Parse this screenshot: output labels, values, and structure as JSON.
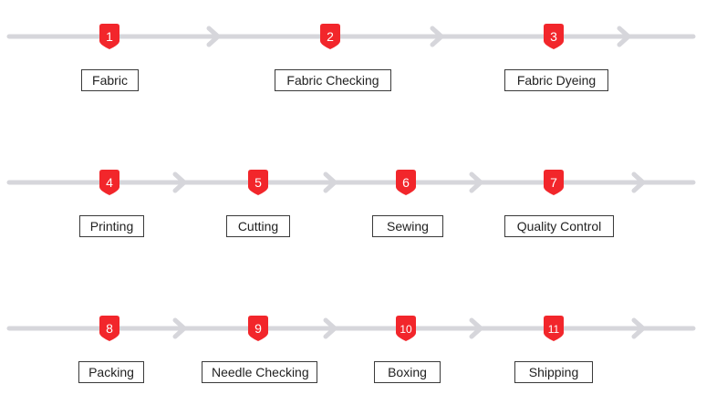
{
  "colors": {
    "track": "#d6d6db",
    "badge": "#f2262b",
    "badge_text": "#ffffff",
    "label_border": "#3a3a3a",
    "label_text": "#222222"
  },
  "rows": [
    {
      "steps": [
        {
          "number": "1",
          "label": "Fabric"
        },
        {
          "number": "2",
          "label": "Fabric Checking"
        },
        {
          "number": "3",
          "label": "Fabric Dyeing"
        }
      ]
    },
    {
      "steps": [
        {
          "number": "4",
          "label": "Printing"
        },
        {
          "number": "5",
          "label": "Cutting"
        },
        {
          "number": "6",
          "label": "Sewing"
        },
        {
          "number": "7",
          "label": "Quality Control"
        }
      ]
    },
    {
      "steps": [
        {
          "number": "8",
          "label": "Packing"
        },
        {
          "number": "9",
          "label": "Needle Checking"
        },
        {
          "number": "10",
          "label": "Boxing"
        },
        {
          "number": "11",
          "label": "Shipping"
        }
      ]
    }
  ]
}
